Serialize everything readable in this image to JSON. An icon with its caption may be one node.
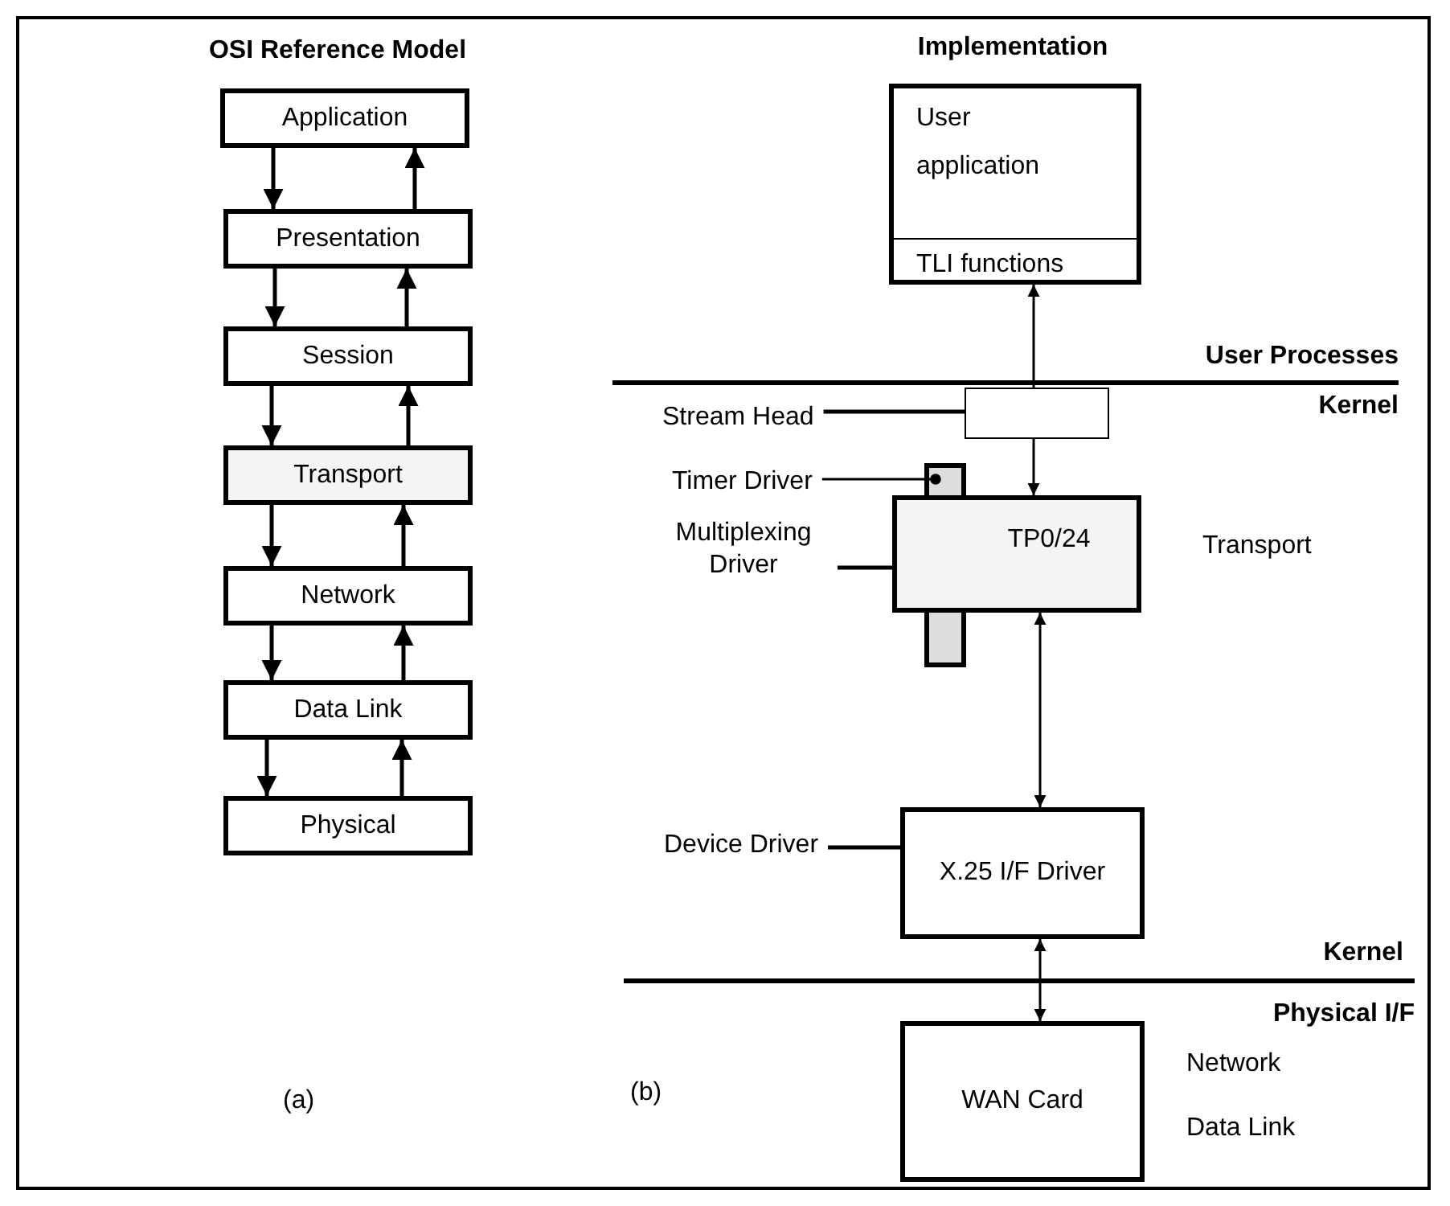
{
  "diagram": {
    "nodes": [
      {
        "text": [
          "Application"
        ]
      },
      {
        "text": [
          "Presentation"
        ]
      },
      {
        "text": [
          "Session"
        ]
      },
      {
        "text": [
          "Transport"
        ]
      },
      {
        "text": [
          "Network"
        ]
      },
      {
        "text": [
          "Data Link"
        ]
      },
      {
        "text": [
          "Physical"
        ]
      },
      {
        "text": [
          "User application",
          "TLI functions"
        ]
      },
      {
        "text": [
          "Stream Head"
        ]
      },
      {
        "text": [],
        "shape": "box"
      },
      {
        "text": [
          "Timer Driver"
        ]
      },
      {
        "text": [],
        "shape": "bar"
      },
      {
        "text": [
          "Multiplexing Driver"
        ]
      },
      {
        "text": [
          "TP0/24"
        ],
        "beside": [
          "Transport"
        ]
      },
      {
        "text": [],
        "shape": "bar"
      },
      {
        "text": [
          "Device Driver"
        ]
      },
      {
        "text": [
          "X.25 I/F Driver"
        ]
      },
      {
        "text": [
          "WAN Card"
        ],
        "beside": [
          "Network",
          "Data Link"
        ]
      }
    ],
    "edges": [
      {
        "from": 0,
        "to": 1,
        "arrow": "to"
      },
      {
        "from": 1,
        "to": 0,
        "arrow": "to"
      },
      {
        "from": 1,
        "to": 2,
        "arrow": "to"
      },
      {
        "from": 2,
        "to": 1,
        "arrow": "to"
      },
      {
        "from": 2,
        "to": 3,
        "arrow": "to"
      },
      {
        "from": 3,
        "to": 2,
        "arrow": "to"
      },
      {
        "from": 3,
        "to": 4,
        "arrow": "to"
      },
      {
        "from": 4,
        "to": 3,
        "arrow": "to"
      },
      {
        "from": 4,
        "to": 5,
        "arrow": "to"
      },
      {
        "from": 5,
        "to": 4,
        "arrow": "to"
      },
      {
        "from": 5,
        "to": 6,
        "arrow": "to"
      },
      {
        "from": 6,
        "to": 5,
        "arrow": "to"
      },
      {
        "from": 9,
        "to": 7,
        "arrow": "to"
      },
      {
        "from": 9,
        "to": 13,
        "arrow": "to"
      },
      {
        "from": 8,
        "to": 9,
        "arrow": "none"
      },
      {
        "from": 10,
        "to": 11,
        "arrow": "other"
      },
      {
        "from": 12,
        "to": 13,
        "arrow": "none"
      },
      {
        "from": 13,
        "to": 16,
        "arrow": "both"
      },
      {
        "from": 15,
        "to": 16,
        "arrow": "none"
      },
      {
        "from": 16,
        "to": 17,
        "arrow": "both"
      }
    ],
    "labels": [
      "OSI Reference Model",
      "Implementation",
      "User Processes",
      "Kernel",
      "Kernel",
      "Physical I/F",
      "(a)",
      "(b)"
    ]
  }
}
